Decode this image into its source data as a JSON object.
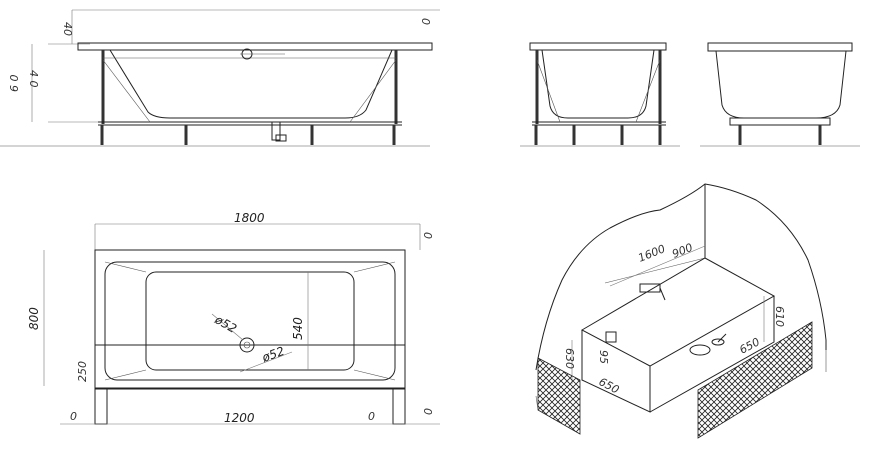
{
  "side_view": {
    "dims": {
      "top_left": "40",
      "top_right": "0",
      "height_outer": "6 0",
      "height_inner": "4 0"
    }
  },
  "plan_view": {
    "dims": {
      "length": "1800",
      "width": "800",
      "inner_width": "540",
      "drain_a": "ø52",
      "drain_b": "ø52",
      "offset_left": "250",
      "inner_length": "1200",
      "corner_bl": "0",
      "corner_br": "0",
      "corner_tr": "0",
      "corner_br2": "0"
    }
  },
  "iso_view": {
    "dims": {
      "length": "1600",
      "mid": "900",
      "height_right": "610",
      "depth_right": "650",
      "height_left": "630",
      "depth_left": "650",
      "small": "95"
    }
  }
}
